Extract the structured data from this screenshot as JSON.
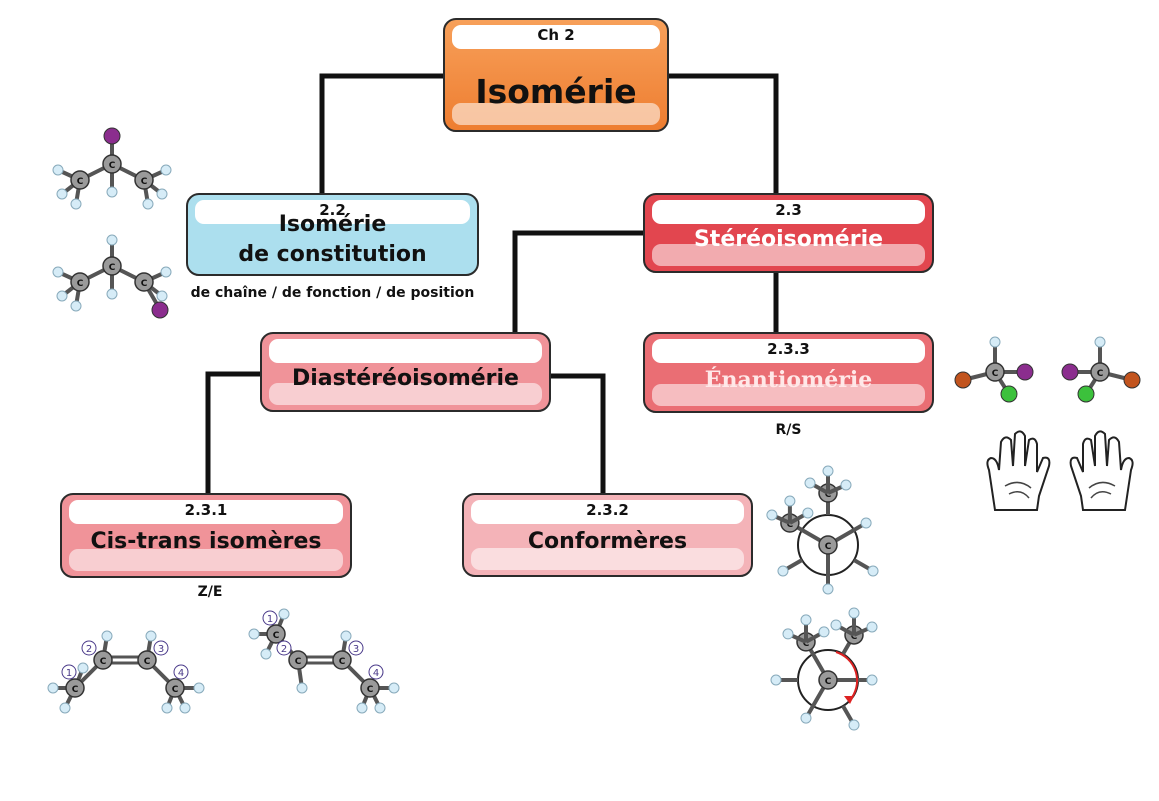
{
  "root": {
    "number": "Ch 2",
    "title": "Isomérie"
  },
  "constitution": {
    "number": "2.2",
    "title_line1": "Isomérie",
    "title_line2": "de constitution",
    "caption": "de chaîne / de fonction / de position"
  },
  "stereo": {
    "number": "2.3",
    "title": "Stéréoisomérie"
  },
  "diastereo": {
    "title": "Diastéréoisomérie"
  },
  "enantio": {
    "number": "2.3.3",
    "title": "Énantiomérie",
    "caption": "R/S"
  },
  "cistrans": {
    "number": "2.3.1",
    "title": "Cis-trans isomères",
    "caption": "Z/E"
  },
  "conformers": {
    "number": "2.3.2",
    "title": "Conformères"
  },
  "atom_label": "C",
  "carbon_numbers": [
    "1",
    "2",
    "3",
    "4"
  ],
  "colors": {
    "orange": "#ee7d30",
    "blue": "#acdfee",
    "red": "#e2464f",
    "pink": "#f09399",
    "purple": "#8b2d8e",
    "green": "#3cc13c",
    "brown": "#c2541e"
  }
}
